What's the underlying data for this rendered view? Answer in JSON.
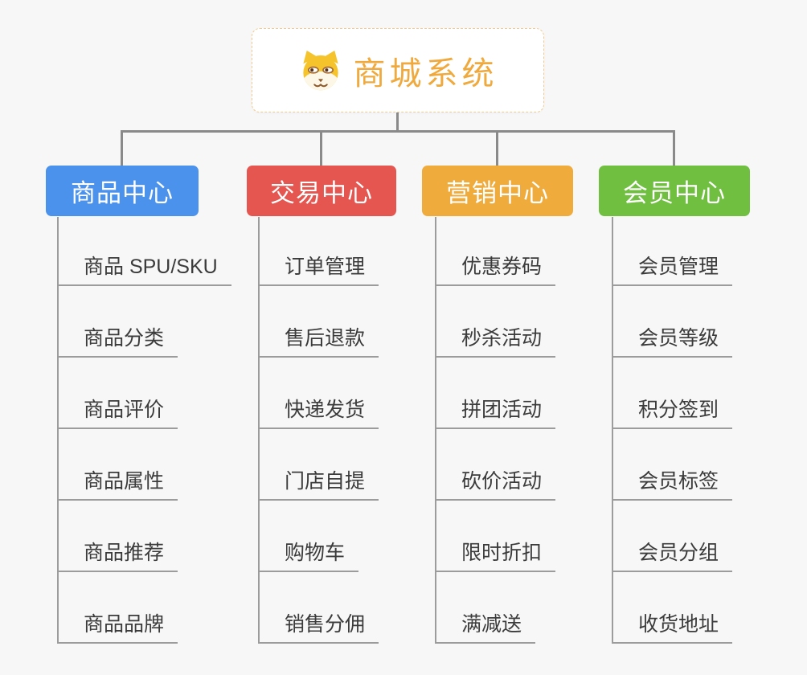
{
  "page": {
    "background": "#f7f7f8",
    "connector_color": "#8a8a8a"
  },
  "root": {
    "title": "商城系统",
    "icon": "dog-icon",
    "text_color": "#f0a93c",
    "border_color": "#f3cb8f"
  },
  "branches": [
    {
      "label": "商品中心",
      "color": "#4b92ec",
      "items": [
        "商品 SPU/SKU",
        "商品分类",
        "商品评价",
        "商品属性",
        "商品推荐",
        "商品品牌"
      ]
    },
    {
      "label": "交易中心",
      "color": "#e4564f",
      "items": [
        "订单管理",
        "售后退款",
        "快递发货",
        "门店自提",
        "购物车",
        "销售分佣"
      ]
    },
    {
      "label": "营销中心",
      "color": "#efac3d",
      "items": [
        "优惠券码",
        "秒杀活动",
        "拼团活动",
        "砍价活动",
        "限时折扣",
        "满减送"
      ]
    },
    {
      "label": "会员中心",
      "color": "#70bf41",
      "items": [
        "会员管理",
        "会员等级",
        "积分签到",
        "会员标签",
        "会员分组",
        "收货地址"
      ]
    }
  ]
}
